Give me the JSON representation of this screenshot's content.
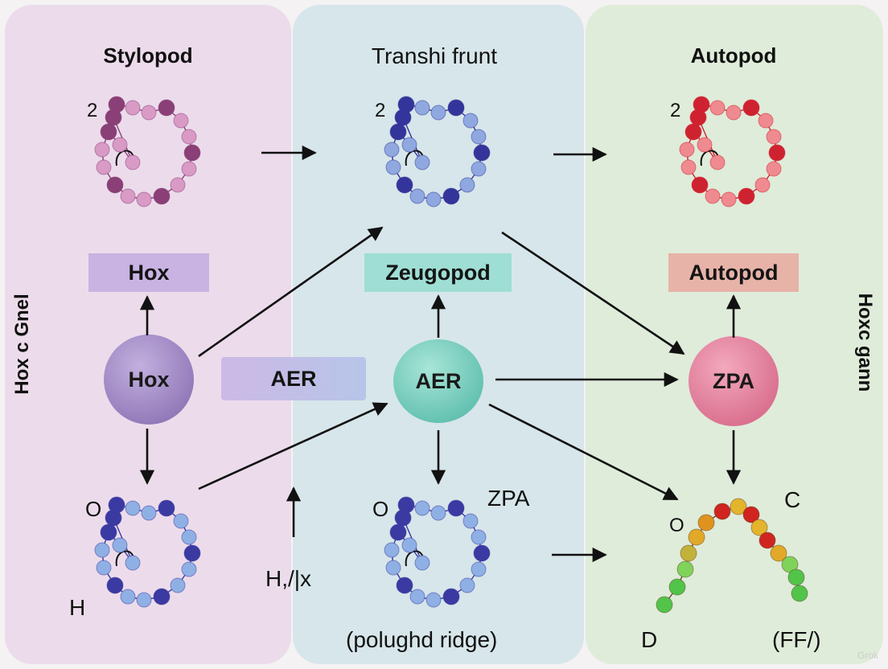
{
  "columns": {
    "left_title": "Stylopod",
    "middle_title": "Transhi frunt",
    "right_title": "Autopod"
  },
  "labels": {
    "left_box": "Hox",
    "middle_box": "Zeugopod",
    "right_box": "Autopod",
    "aer_box": "AER"
  },
  "nodes": {
    "hox": "Hox",
    "aer": "AER",
    "zpa": "ZPA"
  },
  "side_labels": {
    "left": "Hox c Gnel",
    "right": "Hoxc gann"
  },
  "annotations": {
    "top_left_mark": "2",
    "top_middle_mark": "2",
    "top_right_mark": "2",
    "bottom_left_o": "O",
    "bottom_left_h": "H",
    "bottom_middle_o": "O",
    "zpa_small": "ZPA",
    "hylx": "H,/|x",
    "ridge": "(polughd ridge)",
    "right_o": "O",
    "right_c": "C",
    "right_d": "D",
    "right_ff": "(FF/)"
  },
  "watermark": "Grok",
  "colors": {
    "left_panel": "#ecdceb",
    "middle_panel": "#d7e6ea",
    "right_panel": "#dfecda",
    "hox_node": "#9b84c0",
    "aer_node": "#6fcab8",
    "zpa_node": "#df7f9a",
    "hox_box": "#c9b3e2",
    "zeugopod_box": "#9fded4",
    "autopod_box": "#e7b3a8",
    "aer_box": "#c6b8e6"
  }
}
